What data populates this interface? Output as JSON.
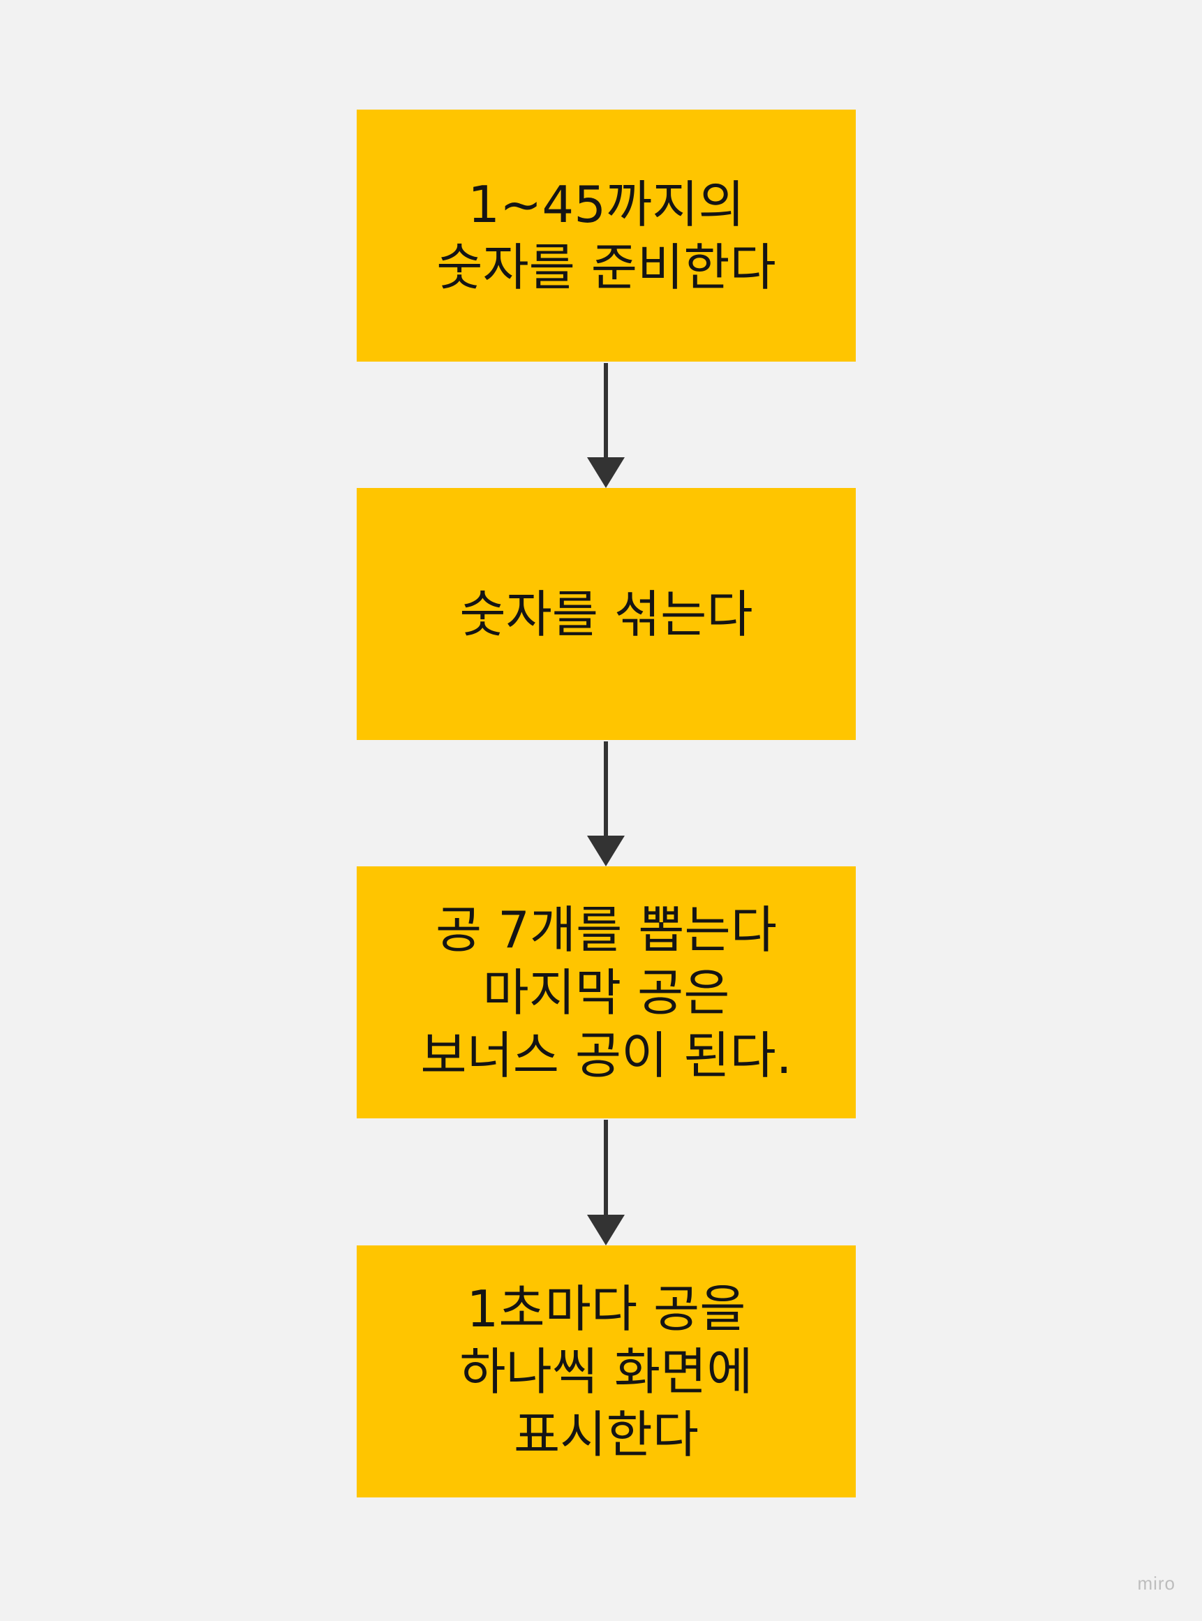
{
  "theme": {
    "background": "#f2f2f2",
    "node_fill": "#ffc500",
    "text_color": "#141414",
    "arrow_color": "#333333"
  },
  "nodes": [
    {
      "lines": [
        "1~45까지의",
        "숫자를 준비한다"
      ]
    },
    {
      "lines": [
        "숫자를 섞는다"
      ]
    },
    {
      "lines": [
        "공 7개를 뽑는다",
        "마지막 공은",
        "보너스 공이 된다."
      ]
    },
    {
      "lines": [
        "1초마다 공을",
        "하나씩 화면에",
        "표시한다"
      ]
    }
  ],
  "edges": [
    {
      "from": 0,
      "to": 1
    },
    {
      "from": 1,
      "to": 2
    },
    {
      "from": 2,
      "to": 3
    }
  ],
  "watermark": "miro"
}
